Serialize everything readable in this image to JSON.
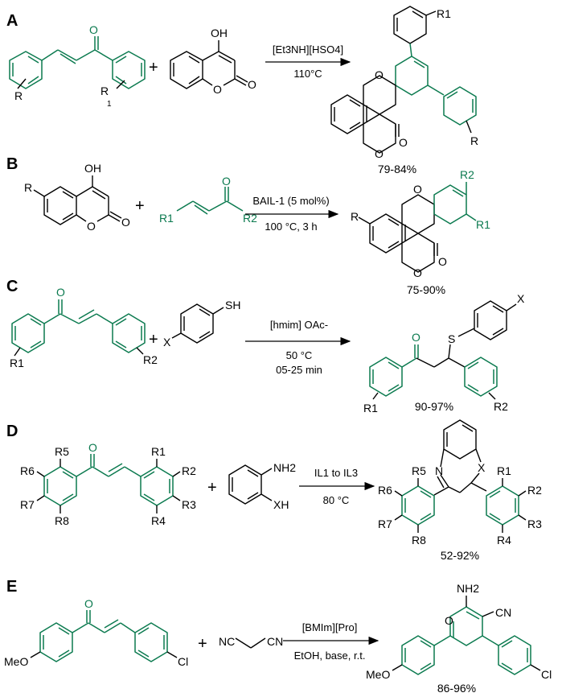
{
  "colors": {
    "highlight": "#0b7a4f",
    "text": "#000000",
    "background": "#ffffff"
  },
  "panels": [
    {
      "label": "A",
      "plus": "+",
      "reactant1": {
        "R": "R",
        "O": "O",
        "R1": "R",
        "R1sub": "1"
      },
      "reactant2": {
        "OH": "OH",
        "O1": "O",
        "O2": "O"
      },
      "conditions": {
        "above": "[Et3NH][HSO4]",
        "below": "110°C"
      },
      "product": {
        "R1": "R1",
        "R": "R",
        "O1": "O",
        "O2": "O",
        "O3": "O"
      },
      "yield": "79-84%"
    },
    {
      "label": "B",
      "plus": "+",
      "reactant1": {
        "R": "R",
        "OH": "OH",
        "O1": "O",
        "O2": "O"
      },
      "reactant2": {
        "O": "O",
        "R1": "R1",
        "R2": "R2"
      },
      "conditions": {
        "above": "BAIL-1 (5 mol%)",
        "below": "100 °C, 3 h"
      },
      "product": {
        "R": "R",
        "R1": "R1",
        "R2": "R2",
        "O1": "O",
        "O2": "O",
        "O3": "O"
      },
      "yield": "75-90%"
    },
    {
      "label": "C",
      "plus": "+",
      "reactant1": {
        "O": "O",
        "R1": "R1",
        "R2": "R2"
      },
      "reactant2": {
        "SH": "SH",
        "X": "X"
      },
      "conditions": {
        "above": "[hmim] OAc-",
        "below1": "50 °C",
        "below2": "05-25 min"
      },
      "product": {
        "O": "O",
        "S": "S",
        "X": "X",
        "R1": "R1",
        "R2": "R2"
      },
      "yield": "90-97%"
    },
    {
      "label": "D",
      "plus": "+",
      "reactant1": {
        "O": "O",
        "R1": "R1",
        "R2": "R2",
        "R3": "R3",
        "R4": "R4",
        "R5": "R5",
        "R6": "R6",
        "R7": "R7",
        "R8": "R8"
      },
      "reactant2": {
        "NH2": "NH2",
        "XH": "XH"
      },
      "conditions": {
        "above": "IL1 to IL3",
        "below": "80 °C"
      },
      "product": {
        "N": "N",
        "X": "X",
        "R1": "R1",
        "R2": "R2",
        "R3": "R3",
        "R4": "R4",
        "R5": "R5",
        "R6": "R6",
        "R7": "R7",
        "R8": "R8"
      },
      "yield": "52-92%"
    },
    {
      "label": "E",
      "plus": "+",
      "reactant1": {
        "O": "O",
        "MeO": "MeO",
        "Cl": "Cl"
      },
      "reactant2": {
        "NC": "NC",
        "CN": "CN"
      },
      "conditions": {
        "above": "[BMIm][Pro]",
        "below": "EtOH, base, r.t."
      },
      "product": {
        "NH2": "NH2",
        "CN": "CN",
        "O": "O",
        "MeO": "MeO",
        "Cl": "Cl"
      },
      "yield": "86-96%"
    }
  ]
}
